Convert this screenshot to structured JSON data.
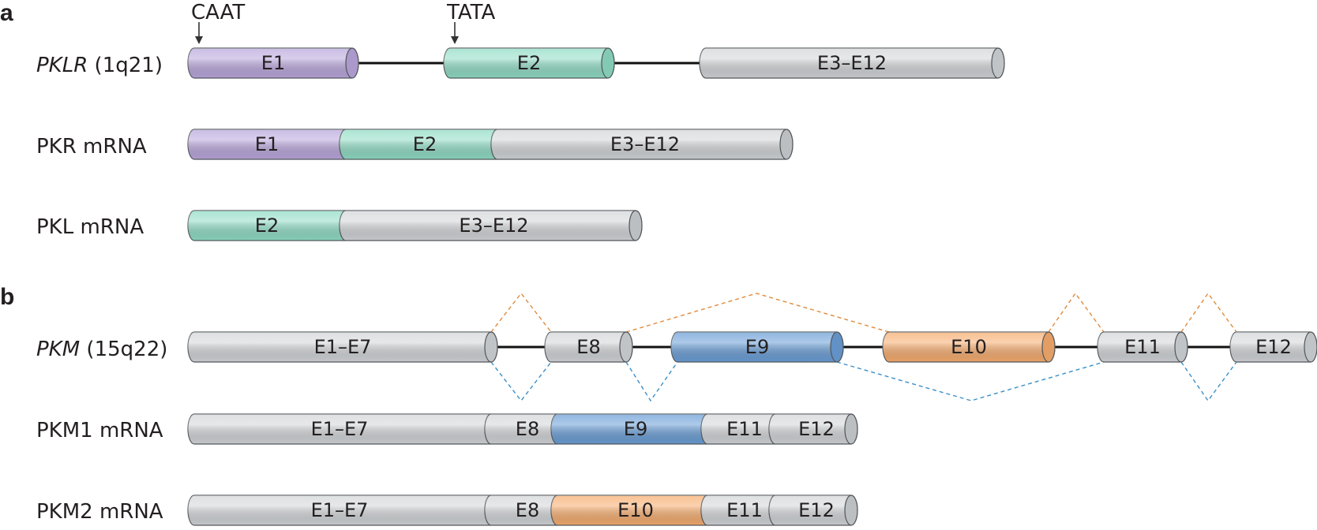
{
  "colors": {
    "grey": "#d2d5d8",
    "purple": "#b9a6dc",
    "teal": "#8fdcc4",
    "blue": "#6a9ed6",
    "orange": "#f7ac6e",
    "splice_orange": "#e08a3c",
    "splice_blue": "#3a8fc8"
  },
  "panel_a": {
    "letter": "a",
    "caat": "CAAT",
    "tata": "TATA",
    "gene_italic": "PKLR",
    "gene_locus": " (1q21)",
    "gene_exons": [
      {
        "label": "E1",
        "color": "purple"
      },
      {
        "label": "E2",
        "color": "teal"
      },
      {
        "label": "E3–E12",
        "color": "grey"
      }
    ],
    "pkr_label": "PKR mRNA",
    "pkr_exons": [
      {
        "label": "E1",
        "color": "purple"
      },
      {
        "label": "E2",
        "color": "teal"
      },
      {
        "label": "E3–E12",
        "color": "grey"
      }
    ],
    "pkl_label": "PKL mRNA",
    "pkl_exons": [
      {
        "label": "E2",
        "color": "teal"
      },
      {
        "label": "E3–E12",
        "color": "grey"
      }
    ]
  },
  "panel_b": {
    "letter": "b",
    "gene_italic": "PKM",
    "gene_locus": " (15q22)",
    "gene_exons": [
      {
        "label": "E1–E7",
        "color": "grey"
      },
      {
        "label": "E8",
        "color": "grey"
      },
      {
        "label": "E9",
        "color": "blue"
      },
      {
        "label": "E10",
        "color": "orange"
      },
      {
        "label": "E11",
        "color": "grey"
      },
      {
        "label": "E12",
        "color": "grey"
      }
    ],
    "pkm1_label": "PKM1 mRNA",
    "pkm1_exons": [
      {
        "label": "E1–E7",
        "color": "grey"
      },
      {
        "label": "E8",
        "color": "grey"
      },
      {
        "label": "E9",
        "color": "blue"
      },
      {
        "label": "E11",
        "color": "grey"
      },
      {
        "label": "E12",
        "color": "grey"
      }
    ],
    "pkm2_label": "PKM2 mRNA",
    "pkm2_exons": [
      {
        "label": "E1–E7",
        "color": "grey"
      },
      {
        "label": "E8",
        "color": "grey"
      },
      {
        "label": "E10",
        "color": "orange"
      },
      {
        "label": "E11",
        "color": "grey"
      },
      {
        "label": "E12",
        "color": "grey"
      }
    ]
  }
}
